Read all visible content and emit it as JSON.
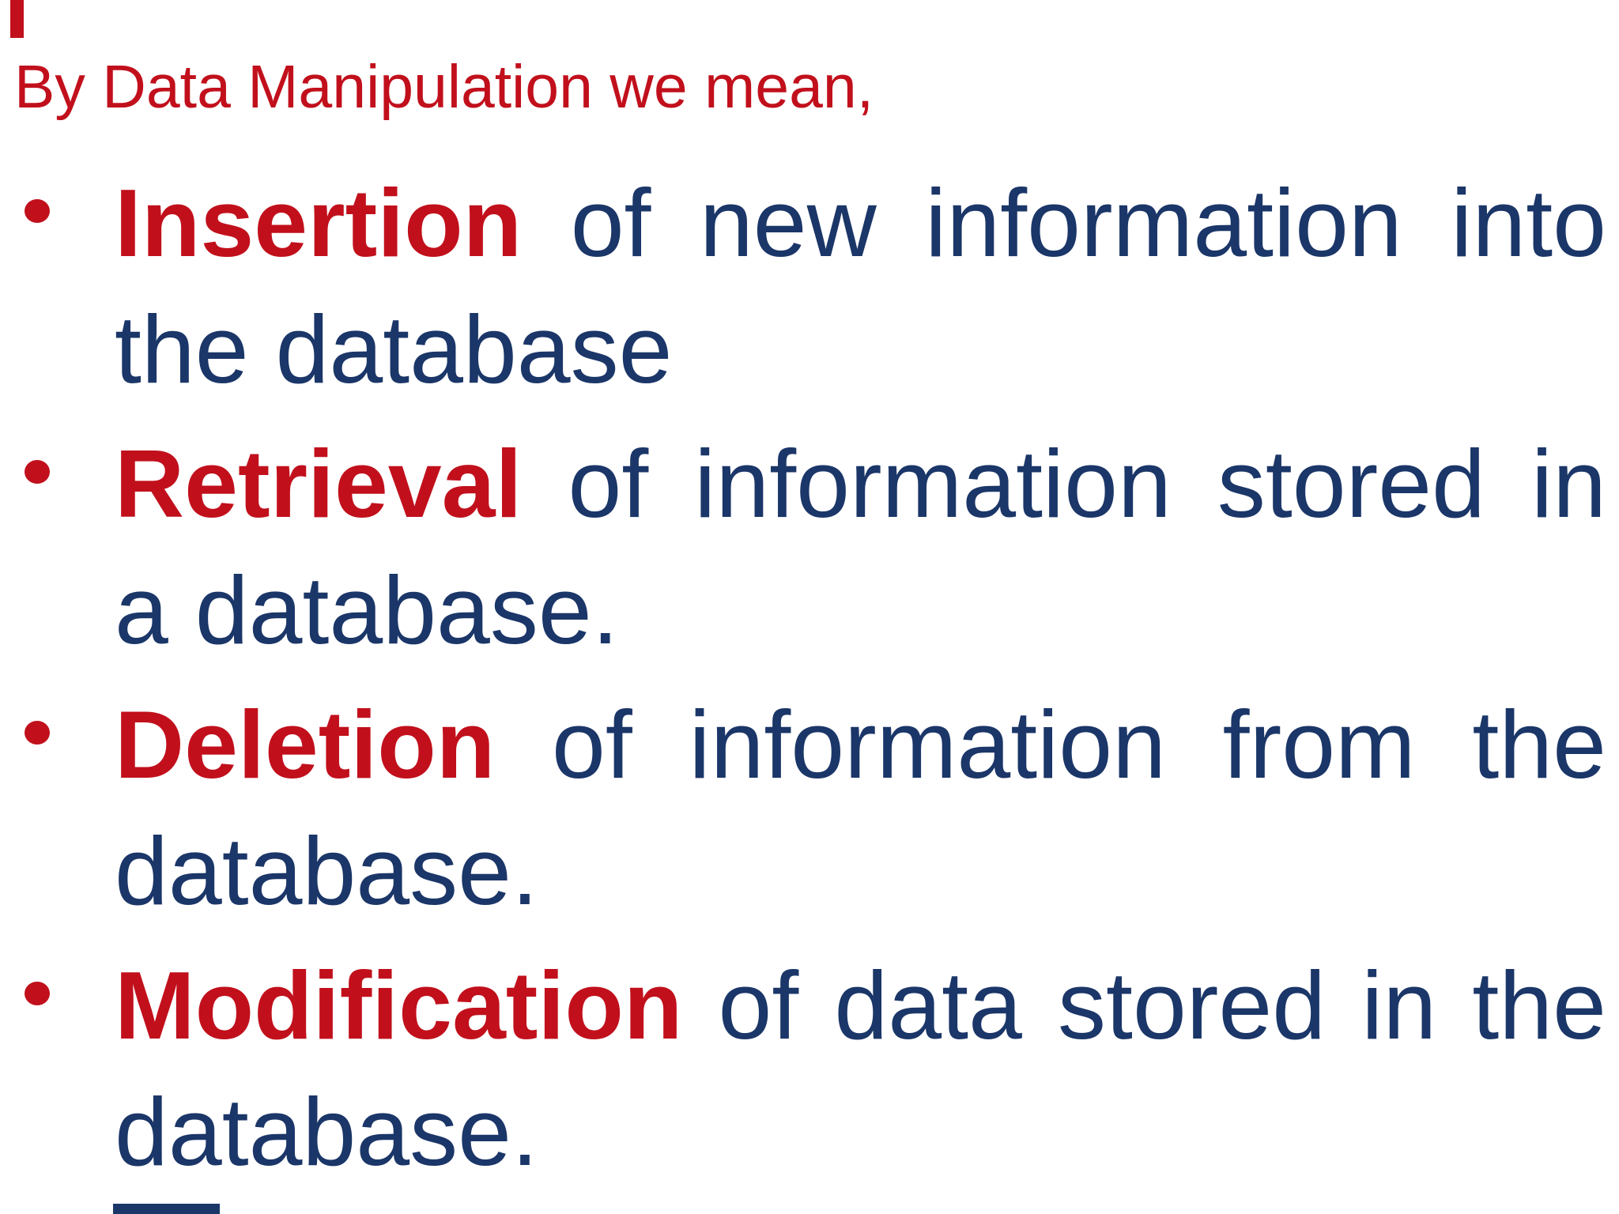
{
  "colors": {
    "red": "#c1101c",
    "navy": "#1b3668",
    "background": "#ffffff"
  },
  "decorations": {
    "top_left_red_bar_color": "#c1101c",
    "bottom_navy_bar_color": "#1b3668"
  },
  "header": {
    "text": "By Data Manipulation we mean,"
  },
  "bullets": [
    {
      "lines": [
        {
          "justify": true,
          "segments": [
            {
              "text": "Insertion",
              "emphasis": true
            },
            {
              "text": " of new information into",
              "emphasis": false
            }
          ]
        },
        {
          "justify": false,
          "segments": [
            {
              "text": "the database",
              "emphasis": false
            }
          ]
        }
      ]
    },
    {
      "lines": [
        {
          "justify": true,
          "segments": [
            {
              "text": "Retrieval",
              "emphasis": true
            },
            {
              "text": " of information stored in",
              "emphasis": false
            }
          ]
        },
        {
          "justify": false,
          "segments": [
            {
              "text": "a database.",
              "emphasis": false
            }
          ]
        }
      ]
    },
    {
      "lines": [
        {
          "justify": true,
          "segments": [
            {
              "text": "Deletion",
              "emphasis": true
            },
            {
              "text": " of information from the",
              "emphasis": false
            }
          ]
        },
        {
          "justify": false,
          "segments": [
            {
              "text": "database.",
              "emphasis": false
            }
          ]
        }
      ]
    },
    {
      "lines": [
        {
          "justify": true,
          "segments": [
            {
              "text": "Modification",
              "emphasis": true
            },
            {
              "text": " of data stored in the",
              "emphasis": false
            }
          ]
        },
        {
          "justify": false,
          "segments": [
            {
              "text": "database.",
              "emphasis": false
            }
          ]
        }
      ]
    }
  ]
}
